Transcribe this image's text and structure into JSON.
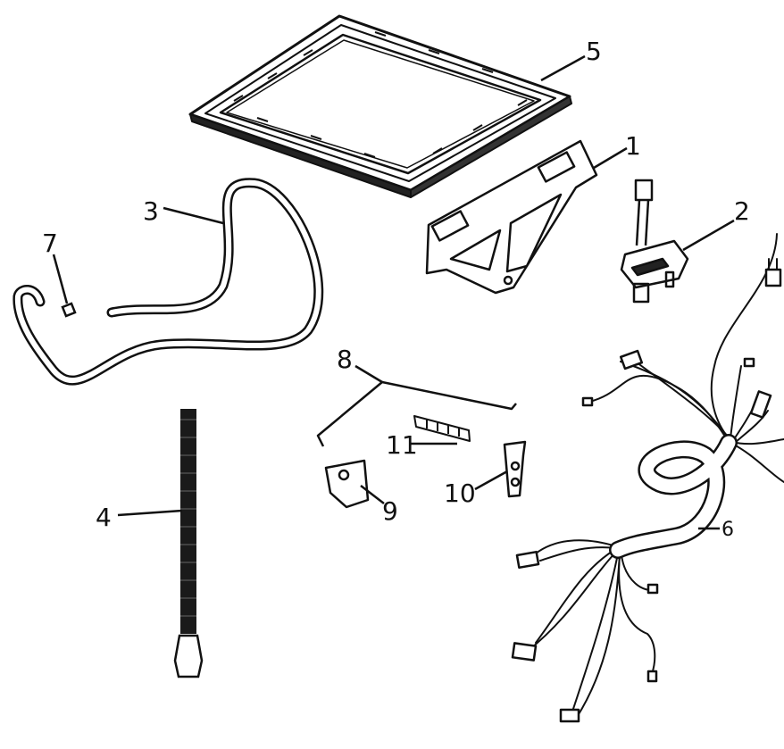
{
  "callouts": {
    "c1": "1",
    "c2": "2",
    "c3": "3",
    "c4": "4",
    "c5": "5",
    "c6": "6",
    "c7": "7",
    "c8": "8",
    "c9": "9",
    "c10": "10",
    "c11": "11"
  },
  "colors": {
    "ink": "#111111",
    "tube_fill": "#ffffff",
    "corrugated": "#1a1a1a"
  }
}
